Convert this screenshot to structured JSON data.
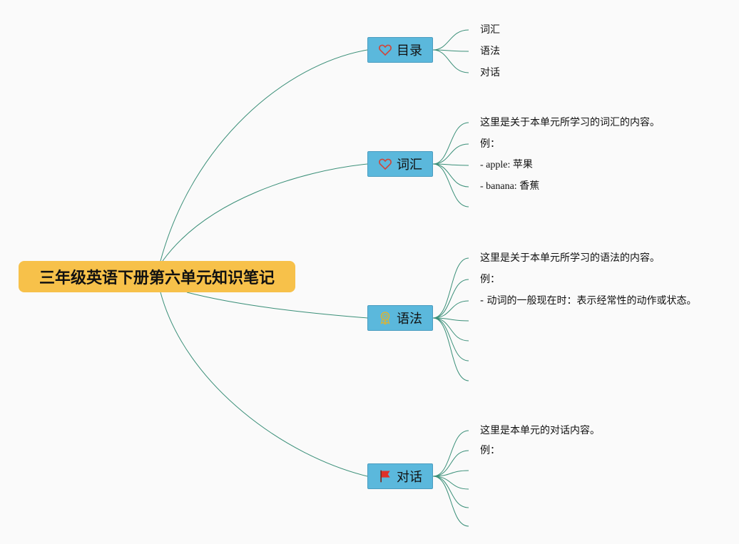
{
  "root": {
    "title": "三年级英语下册第六单元知识笔记"
  },
  "branches": [
    {
      "label": "目录",
      "icon": "heart-icon",
      "leaves": [
        "词汇",
        "语法",
        "对话"
      ]
    },
    {
      "label": "词汇",
      "icon": "heart-icon",
      "leaves": [
        "这里是关于本单元所学习的词汇的内容。",
        "例：",
        "- apple: 苹果",
        "- banana: 香蕉",
        ""
      ]
    },
    {
      "label": "语法",
      "icon": "award-medal-icon",
      "leaves": [
        "这里是关于本单元所学习的语法的内容。",
        "例：",
        "- 动词的一般现在时：表示经常性的动作或状态。",
        "",
        "",
        "",
        ""
      ]
    },
    {
      "label": "对话",
      "icon": "red-flag-icon",
      "leaves": [
        "这里是本单元的对话内容。",
        "例：",
        "",
        "",
        "",
        ""
      ]
    }
  ],
  "colors": {
    "root_bg": "#f7c14a",
    "branch_bg": "#5bb8dc",
    "connector": "#3a8f78",
    "heart": "#d0463a",
    "medal": "#d4b43c",
    "flag": "#e0302a"
  }
}
